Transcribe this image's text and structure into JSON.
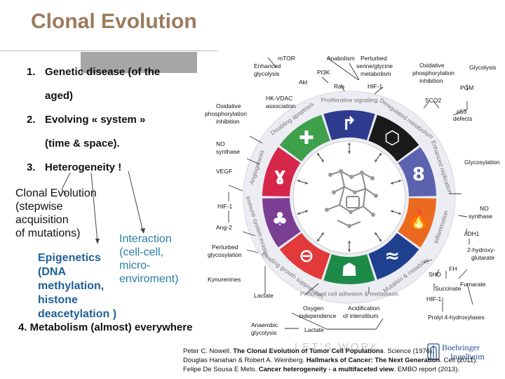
{
  "title": "Clonal Evolution",
  "list": [
    {
      "num": "1.",
      "line1": "Genetic disease (of the",
      "line2": "aged)"
    },
    {
      "num": "2.",
      "line1": "Evolving « system »",
      "line2": "(time & space)."
    },
    {
      "num": "3.",
      "line1": "Heterogeneity !",
      "line2": ""
    }
  ],
  "clonal_evolution": [
    "Clonal Evolution",
    "(stepwise",
    "acquisition",
    "of mutations)"
  ],
  "epigenetics": [
    "Epigenetics",
    "(DNA",
    "methylation,",
    "histone",
    "deacetylation )"
  ],
  "interaction": [
    "Interaction",
    "(cell-cell,",
    "micro-",
    "enviroment)"
  ],
  "metabolism_item": "4.  Metabolism (almost) everywhere",
  "references": [
    {
      "pre": "Peter C. Nowell. ",
      "bold": "The Clonal Evolution of Tumor Cell Populations",
      "post": ". Science (1976)."
    },
    {
      "pre": "Douglas Hanahan & Robert A. Weinberg. ",
      "bold": "Hallmarks of Cancer: The Next Generation",
      "post": ". Cell (2011)."
    },
    {
      "pre": "Felipe De Sousa E Melo. ",
      "bold": "Cancer heterogeneity - a multifaceted view",
      "post": ". EMBO report (2013)."
    }
  ],
  "watermark": "LET'S WORK",
  "logo": {
    "line1": "Boehringer",
    "line2": "Ingelheim"
  },
  "diagram": {
    "segments": [
      {
        "label": "Proliferative signaling",
        "color": "#2e3b8f"
      },
      {
        "label": "Deregulated metabolism",
        "color": "#1a1a1a"
      },
      {
        "label": "Enhanced replication",
        "color": "#5b63b0"
      },
      {
        "label": "Inflammation",
        "color": "#ea6a1f"
      },
      {
        "label": "Mutation & instability",
        "color": "#1f3f8f"
      },
      {
        "label": "Perturbed cell adhesion & metastasis",
        "color": "#1e8a48"
      },
      {
        "label": "Evading growth suppression",
        "color": "#e23a3a"
      },
      {
        "label": "Immune system evasion",
        "color": "#7a3f92"
      },
      {
        "label": "Angiogenesis",
        "color": "#d6264a"
      },
      {
        "label": "Disabling apoptosis",
        "color": "#3fa04c"
      }
    ],
    "labels": {
      "mtor": "mTOR",
      "anabolism": "Anabolism",
      "perturbed_serine": [
        "Perturbed",
        "serine/glycine",
        "metabolism"
      ],
      "enhanced_glycolysis": [
        "Enhanced",
        "glycolysis"
      ],
      "pi3k": "PI3K",
      "akt": "Akt",
      "ras": "Ras",
      "hif1_top": "HIF-1",
      "hk_vdac": [
        "HK-VDAC",
        "association"
      ],
      "oxphos_right": [
        "Oxidative",
        "phosphorylation",
        "inhibition"
      ],
      "glycolysis_r": "Glycolysis",
      "pgm": "PGM",
      "sco2": "SCO2",
      "p53": [
        "p53",
        "defects"
      ],
      "oxphos_left": [
        "Oxidative",
        "phosphorylation",
        "inhibition"
      ],
      "no_synthase_l": [
        "NO",
        "synthase"
      ],
      "vegf": "VEGF",
      "hif1_left": "HIF-1",
      "ang2": "Ang-2",
      "perturbed_glyco": [
        "Perturbed",
        "glycosylation"
      ],
      "kynurenines": "Kynurenines",
      "glycosylation_r": "Glycosylation",
      "no_synthase_r": [
        "NO",
        "synthase"
      ],
      "idh1": "IDH1",
      "hydroxyglutarate": [
        "2-hydroxy-",
        "glutarate"
      ],
      "shd": "SHD",
      "fh": "FH",
      "fumarate": "Fumarate",
      "succinate": "Succinate",
      "hif1_bottom": "HIF-1",
      "prolyl": "Prolyl 4-hydroxylases",
      "lactate_l": "Lactate",
      "oxygen_indep": [
        "Oxygen",
        "independence"
      ],
      "acidification": [
        "Acidification",
        "of interstitium"
      ],
      "anaerobic": [
        "Anaerobic",
        "glycolysis"
      ],
      "lactate_b": "Lactate"
    }
  }
}
